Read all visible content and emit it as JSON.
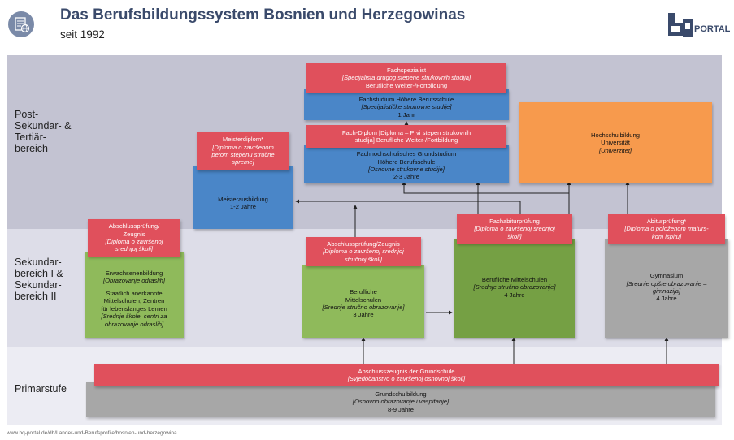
{
  "header": {
    "title": "Das Berufsbildungssystem Bosnien und Herzegowinas",
    "subtitle": "seit 1992",
    "logo_text": "PORTAL",
    "icon": "document-globe-icon"
  },
  "bands": {
    "post": "Post-\nSekundar- &\nTertiär-\nbereich",
    "sek": "Sekundar-\nbereich I &\nSekundar-\nbereich II",
    "prim": "Primarstufe"
  },
  "boxes": {
    "fachspezialist": {
      "l1": "Fachspezialist",
      "l2": "[Specijalista drugog stepene strukovnih studija]",
      "l3": "Berufliche Weiter-/Fortbildung"
    },
    "fachstudium": {
      "l1": "Fachstudium Höhere Berufsschule",
      "l2": "[Specijalističke strukovne studije]",
      "l3": "1 Jahr"
    },
    "fachdiplom": {
      "l1": "Fach-Diplom [Diploma – Prvi stepen strukovnih",
      "l2": "studija] Berufliche Weiter-/Fortbildung"
    },
    "fachhochschul": {
      "l1": "Fachhochschulisches Grundstudium",
      "l2": "Höhere Berufsschule",
      "l3": "[Osnovne strukovne studije]",
      "l4": "2-3 Jahre"
    },
    "hochschul": {
      "l1": "Hochschulbildung",
      "l2": "Universität",
      "l3": "[Univerzitet]"
    },
    "meisterdiplom": {
      "l1": "Meisterdiplom*",
      "l2": "[Diploma o završenom",
      "l3": "petom stepenu stručne",
      "l4": "spreme]"
    },
    "meisterausbildung": {
      "l1": "Meisterausbildung",
      "l2": "1-2 Jahre"
    },
    "abschluss_erw": {
      "l1": "Abschlussprüfung/",
      "l2": "Zeugnis",
      "l3": "[Diploma o završenoj",
      "l4": "srednjoj školi]"
    },
    "erwachsenen": {
      "l1": "Erwachsenenbildung",
      "l2": "[Obrazovanje odraslih]",
      "l3": "Staatlich anerkannte",
      "l4": "Mittelschulen, Zentren",
      "l5": "für lebenslanges Lernen",
      "l6": "[Srednje škole, centri za",
      "l7": "obrazovanje odraslih]"
    },
    "abschluss_bm": {
      "l1": "Abschlussprüfung/Zeugnis",
      "l2": "[Diploma o završenoj srednjoj",
      "l3": "stručnoj školi]"
    },
    "berufliche_ms3": {
      "l1": "Berufliche",
      "l2": "Mittelschulen",
      "l3": "[Srednje stručno obrazovanje]",
      "l4": "3 Jahre"
    },
    "fachabitur": {
      "l1": "Fachabiturprüfung",
      "l2": "[Diploma o završenoj srednjoj",
      "l3": "školi]"
    },
    "berufliche_ms4": {
      "l1": "Berufliche Mittelschulen",
      "l2": "[Srednje stručno obrazovanje]",
      "l3": "4 Jahre"
    },
    "abitur": {
      "l1": "Abiturprüfung*",
      "l2": "[Diploma o položenom maturs-",
      "l3": "kom ispitu]"
    },
    "gymnasium": {
      "l1": "Gymnasium",
      "l2": "[Srednje opšte obrazovanje –",
      "l3": "gimnazija]",
      "l4": "4 Jahre"
    },
    "grundschule_abschluss": {
      "l1": "Abschlusszeugnis der Grundschule",
      "l2": "[Svjedočanstvo o završenoj osnovnoj školi]"
    },
    "grundschulbildung": {
      "l1": "Grundschulbildung",
      "l2": "[Osnovno obrazovanje i vaspitanje]",
      "l3": "8-9 Jahre"
    }
  },
  "footer": "www.bq-portal.de/db/Lander-und-Berufsprofile/bosnien-und-herzegowina",
  "colors": {
    "red": "#e0505c",
    "blue": "#4a86c8",
    "green": "#8fba5b",
    "green_dark": "#75a044",
    "orange": "#f79a4d",
    "grey": "#a7a7a7",
    "title": "#3a4a6b"
  }
}
